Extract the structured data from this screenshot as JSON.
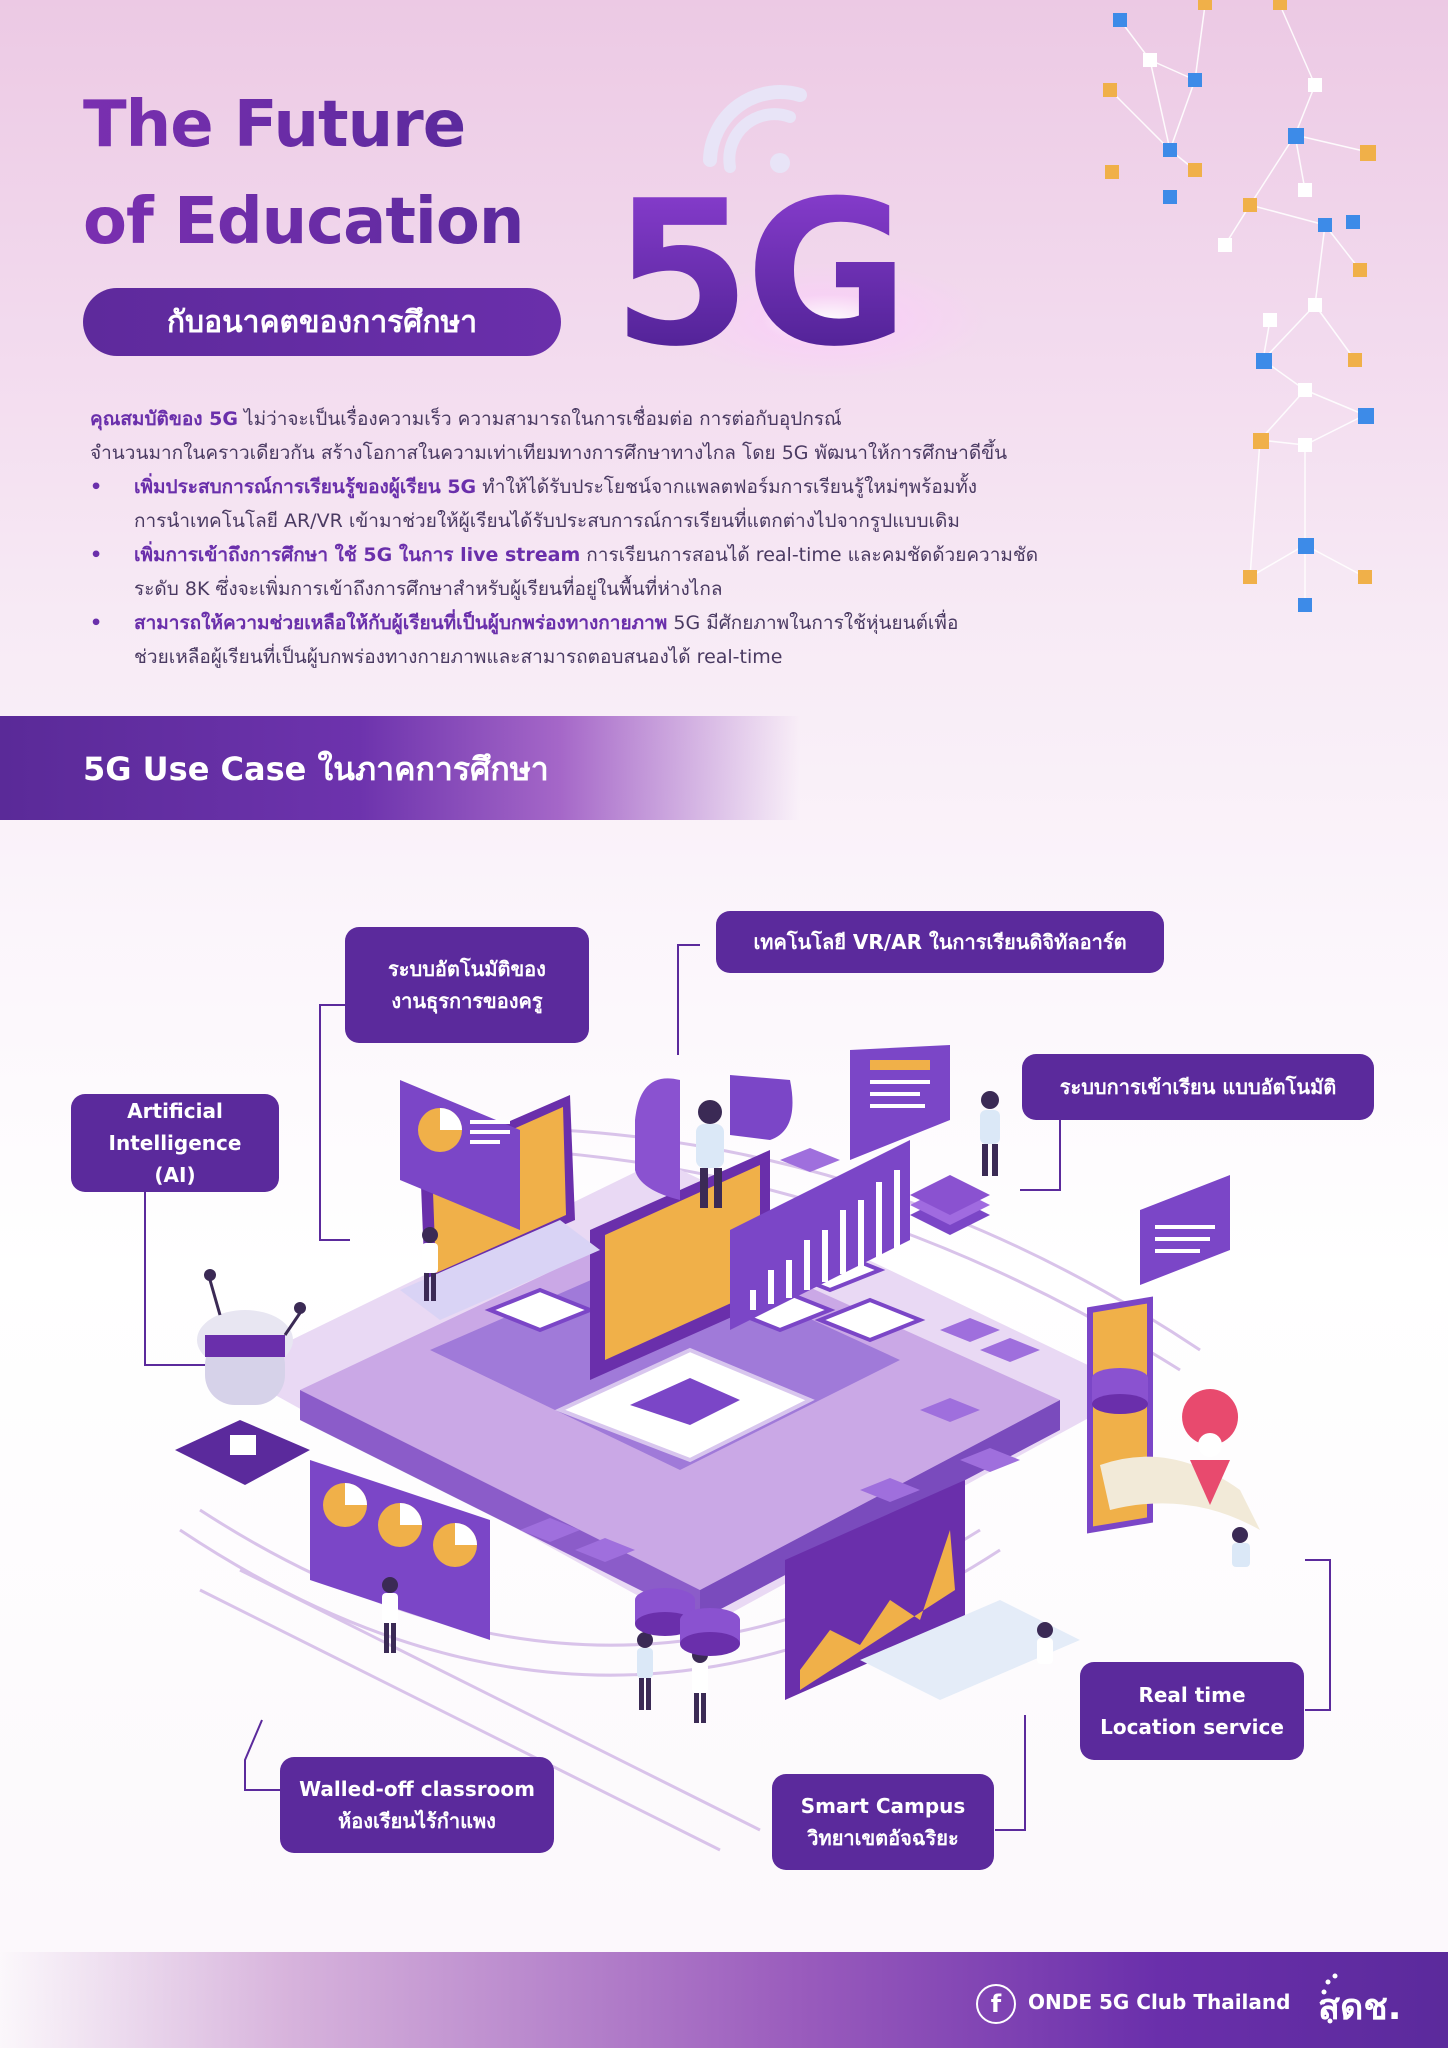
{
  "header": {
    "title_line1": "The Future",
    "title_line2": "of Education",
    "subtitle": "กับอนาคตของการศึกษา",
    "badge": "5G"
  },
  "intro": {
    "lead_highlight": "คุณสมบัติของ 5G",
    "lead_rest_1": " ไม่ว่าจะเป็นเรื่องความเร็ว ความสามารถในการเชื่อมต่อ การต่อกับอุปกรณ์",
    "lead_rest_2": "จำนวนมากในคราวเดียวกัน สร้างโอกาสในความเท่าเทียมทางการศึกษาทางไกล โดย 5G พัฒนาให้การศึกษาดีขึ้น",
    "bullets": [
      {
        "highlight": "เพิ่มประสบการณ์การเรียนรู้ของผู้เรียน 5G",
        "line1_rest": " ทำให้ได้รับประโยชน์จากแพลตฟอร์มการเรียนรู้ใหม่ๆพร้อมทั้ง",
        "line2": "การนำเทคโนโลยี AR/VR เข้ามาช่วยให้ผู้เรียนได้รับประสบการณ์การเรียนที่แตกต่างไปจากรูปแบบเดิม"
      },
      {
        "highlight": "เพิ่มการเข้าถึงการศึกษา ใช้ 5G ในการ live stream",
        "line1_rest": " การเรียนการสอนได้ real-time และคมชัดด้วยความชัด",
        "line2": "ระดับ 8K ซึ่งจะเพิ่มการเข้าถึงการศึกษาสำหรับผู้เรียนที่อยู่ในพื้นที่ห่างไกล"
      },
      {
        "highlight": "สามารถให้ความช่วยเหลือให้กับผู้เรียนที่เป็นผู้บกพร่องทางกายภาพ",
        "line1_rest": " 5G มีศักยภาพในการใช้หุ่นยนต์เพื่อ",
        "line2": "ช่วยเหลือผู้เรียนที่เป็นผู้บกพร่องทางกายภาพและสามารถตอบสนองได้ real-time"
      }
    ]
  },
  "section": {
    "title": "5G Use Case ในภาคการศึกษา"
  },
  "labels": {
    "teacher_admin": [
      "ระบบอัตโนมัติของ",
      "งานธุรการของครู"
    ],
    "vr_ar": [
      "เทคโนโลยี VR/AR ในการเรียนดิจิทัลอาร์ต"
    ],
    "ai": [
      "Artificial",
      "Intelligence (AI)"
    ],
    "attendance": [
      "ระบบการเข้าเรียน แบบอัตโนมัติ"
    ],
    "realtime_location": [
      "Real time",
      "Location service"
    ],
    "smart_campus": [
      "Smart Campus",
      "วิทยาเขตอัจฉริยะ"
    ],
    "walled_off": [
      "Walled-off classroom",
      "ห้องเรียนไร้กำแพง"
    ]
  },
  "footer": {
    "facebook_icon_glyph": "f",
    "facebook_page": "ONDE 5G Club Thailand",
    "org_logo": "สดช."
  },
  "colors": {
    "primary_purple": "#5b2a9c",
    "accent_purple": "#6a2fab",
    "orange": "#f0b049",
    "blue": "#3d8be8"
  }
}
